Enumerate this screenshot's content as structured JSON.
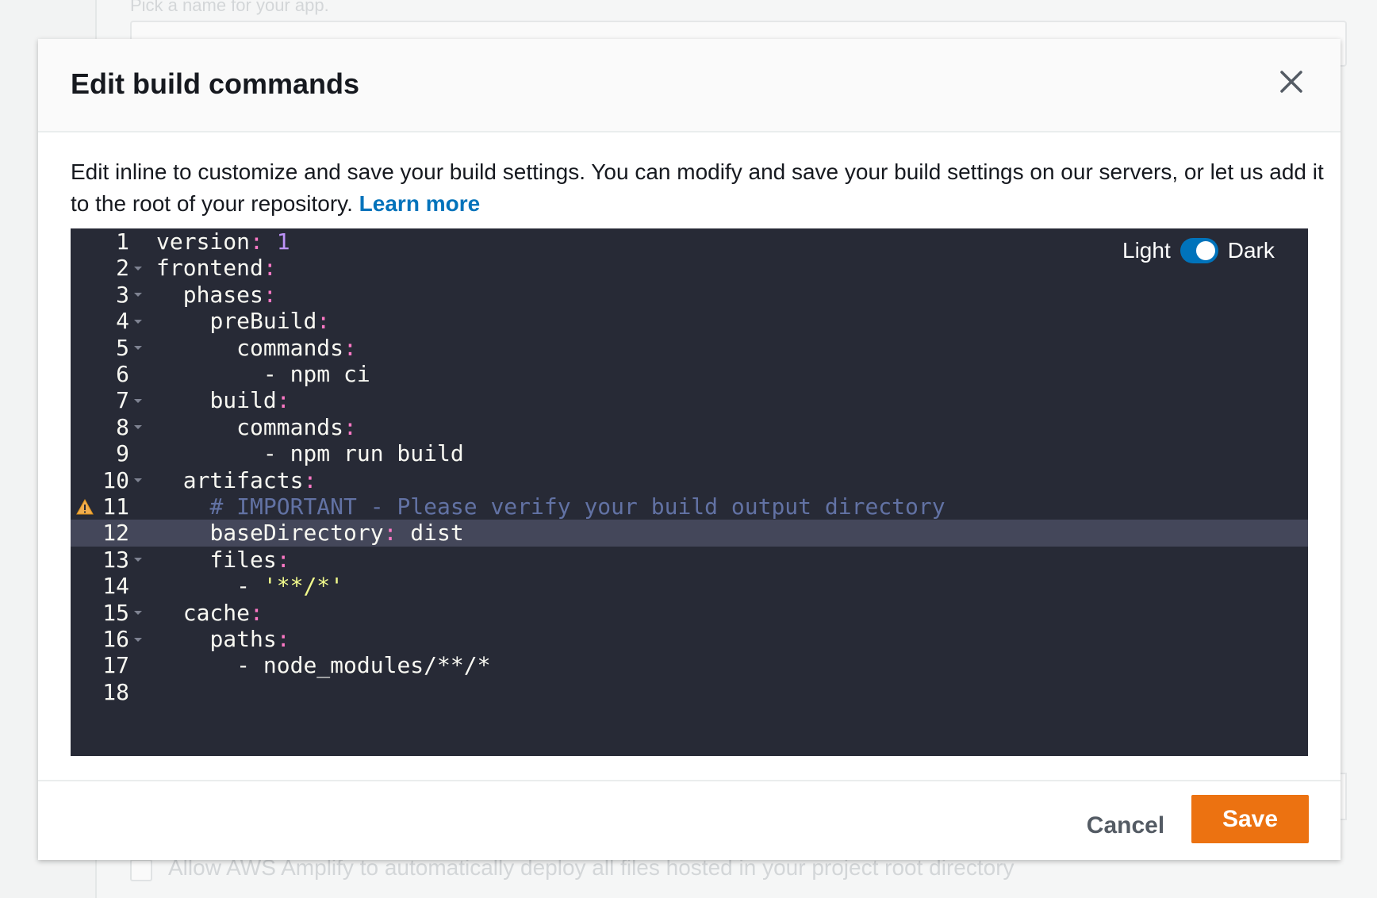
{
  "background": {
    "name_hint": "Pick a name for your app.",
    "checkbox_label": "Allow AWS Amplify to automatically deploy all files hosted in your project root directory"
  },
  "modal": {
    "title": "Edit build commands",
    "close_icon": "close-icon",
    "description": "Edit inline to customize and save your build settings. You can modify and save your build settings on our servers, or let us add it to the root of your repository. ",
    "learn_more": "Learn more",
    "cancel_label": "Cancel",
    "save_label": "Save",
    "accent_color": "#0073bb",
    "primary_button_color": "#ec7211"
  },
  "editor": {
    "theme_light_label": "Light",
    "theme_dark_label": "Dark",
    "theme_selected": "Dark",
    "background_color": "#272a36",
    "active_line": 12,
    "warning_line": 11,
    "lines": [
      {
        "number": "1",
        "fold": false,
        "indent": "",
        "tokens": [
          {
            "t": "version",
            "c": "key"
          },
          {
            "t": ":",
            "c": "punct"
          },
          {
            "t": " 1",
            "c": "num"
          }
        ]
      },
      {
        "number": "2",
        "fold": true,
        "indent": "",
        "tokens": [
          {
            "t": "frontend",
            "c": "key"
          },
          {
            "t": ":",
            "c": "punct"
          }
        ]
      },
      {
        "number": "3",
        "fold": true,
        "indent": "  ",
        "tokens": [
          {
            "t": "phases",
            "c": "key"
          },
          {
            "t": ":",
            "c": "punct"
          }
        ]
      },
      {
        "number": "4",
        "fold": true,
        "indent": "    ",
        "tokens": [
          {
            "t": "preBuild",
            "c": "key"
          },
          {
            "t": ":",
            "c": "punct"
          }
        ]
      },
      {
        "number": "5",
        "fold": true,
        "indent": "      ",
        "tokens": [
          {
            "t": "commands",
            "c": "key"
          },
          {
            "t": ":",
            "c": "punct"
          }
        ]
      },
      {
        "number": "6",
        "fold": false,
        "indent": "        ",
        "tokens": [
          {
            "t": "- npm ci",
            "c": "plain"
          }
        ]
      },
      {
        "number": "7",
        "fold": true,
        "indent": "    ",
        "tokens": [
          {
            "t": "build",
            "c": "key"
          },
          {
            "t": ":",
            "c": "punct"
          }
        ]
      },
      {
        "number": "8",
        "fold": true,
        "indent": "      ",
        "tokens": [
          {
            "t": "commands",
            "c": "key"
          },
          {
            "t": ":",
            "c": "punct"
          }
        ]
      },
      {
        "number": "9",
        "fold": false,
        "indent": "        ",
        "tokens": [
          {
            "t": "- npm run build",
            "c": "plain"
          }
        ]
      },
      {
        "number": "10",
        "fold": true,
        "indent": "  ",
        "tokens": [
          {
            "t": "artifacts",
            "c": "key"
          },
          {
            "t": ":",
            "c": "punct"
          }
        ]
      },
      {
        "number": "11",
        "fold": false,
        "indent": "    ",
        "tokens": [
          {
            "t": "# IMPORTANT - Please verify your build output directory",
            "c": "comment"
          }
        ]
      },
      {
        "number": "12",
        "fold": false,
        "indent": "    ",
        "tokens": [
          {
            "t": "baseDirectory",
            "c": "key"
          },
          {
            "t": ":",
            "c": "punct"
          },
          {
            "t": " dist",
            "c": "plain"
          }
        ]
      },
      {
        "number": "13",
        "fold": true,
        "indent": "    ",
        "tokens": [
          {
            "t": "files",
            "c": "key"
          },
          {
            "t": ":",
            "c": "punct"
          }
        ]
      },
      {
        "number": "14",
        "fold": false,
        "indent": "      ",
        "tokens": [
          {
            "t": "- ",
            "c": "plain"
          },
          {
            "t": "'**/*'",
            "c": "str"
          }
        ]
      },
      {
        "number": "15",
        "fold": true,
        "indent": "  ",
        "tokens": [
          {
            "t": "cache",
            "c": "key"
          },
          {
            "t": ":",
            "c": "punct"
          }
        ]
      },
      {
        "number": "16",
        "fold": true,
        "indent": "    ",
        "tokens": [
          {
            "t": "paths",
            "c": "key"
          },
          {
            "t": ":",
            "c": "punct"
          }
        ]
      },
      {
        "number": "17",
        "fold": false,
        "indent": "      ",
        "tokens": [
          {
            "t": "- node_modules/**/*",
            "c": "plain"
          }
        ]
      },
      {
        "number": "18",
        "fold": false,
        "indent": "",
        "tokens": []
      }
    ]
  }
}
